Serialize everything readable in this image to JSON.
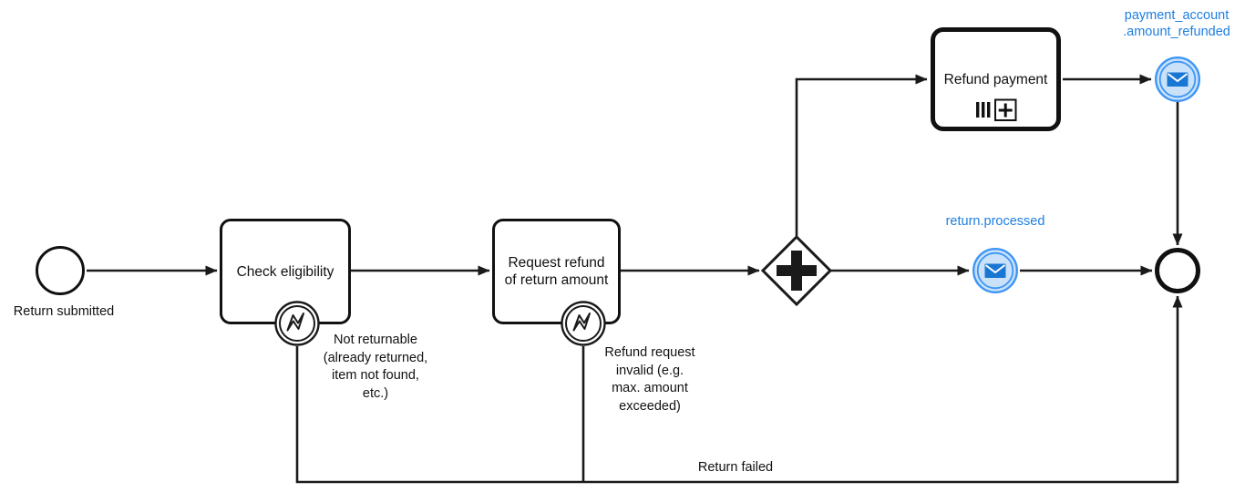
{
  "diagram": {
    "colors": {
      "flow_black": "#1a1a1a",
      "message_stroke_blue": "#3E95F5",
      "message_fill_blue": "#C9E2FA",
      "message_envelope_blue": "#1977D4",
      "message_label_blue": "#1E7FE0"
    },
    "start_event": {
      "label": "Return submitted"
    },
    "tasks": {
      "check_eligibility": {
        "label": "Check eligibility"
      },
      "request_refund": {
        "lines": [
          "Request refund",
          "of return amount"
        ]
      },
      "refund_payment": {
        "label": "Refund payment"
      }
    },
    "boundary_events": {
      "not_returnable": {
        "lines": [
          "Not returnable",
          "(already returned,",
          "item not found,",
          "etc.)"
        ]
      },
      "refund_invalid": {
        "lines": [
          "Refund request",
          "invalid (e.g.",
          "max. amount",
          "exceeded)"
        ]
      }
    },
    "message_events": {
      "amount_refunded": {
        "lines": [
          "payment_account",
          ".amount_refunded"
        ]
      },
      "return_processed": {
        "label": "return.processed"
      }
    },
    "flows": {
      "return_failed_label": "Return failed"
    }
  }
}
